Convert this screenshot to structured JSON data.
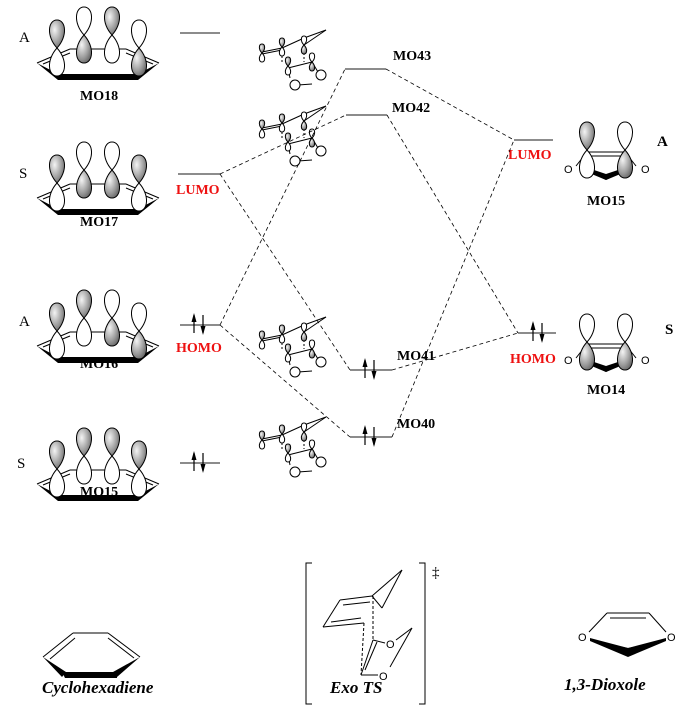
{
  "diagram": {
    "type": "frontier-molecular-orbital-correlation",
    "colors": {
      "frontier_label": "#ee1111",
      "level_line": "#666666",
      "text": "#000000"
    },
    "left_fragment": {
      "name": "Cyclohexadiene",
      "orbitals": [
        {
          "id": "MO18",
          "label": "MO18",
          "symmetry": "A",
          "frontier": "",
          "occupied": false
        },
        {
          "id": "MO17",
          "label": "MO17",
          "symmetry": "S",
          "frontier": "LUMO",
          "occupied": false
        },
        {
          "id": "MO16",
          "label": "MO16",
          "symmetry": "A",
          "frontier": "HOMO",
          "occupied": true
        },
        {
          "id": "MO15",
          "label": "MO15",
          "symmetry": "S",
          "frontier": "",
          "occupied": true
        }
      ]
    },
    "center": {
      "name": "Exo TS",
      "superscript": "‡",
      "orbitals": [
        {
          "id": "MO43",
          "label": "MO43",
          "occupied": false
        },
        {
          "id": "MO42",
          "label": "MO42",
          "occupied": false
        },
        {
          "id": "MO41",
          "label": "MO41",
          "occupied": true
        },
        {
          "id": "MO40",
          "label": "MO40",
          "occupied": true
        }
      ]
    },
    "right_fragment": {
      "name": "1,3-Dioxole",
      "atom_label": "O",
      "orbitals": [
        {
          "id": "MO15",
          "label": "MO15",
          "symmetry": "A",
          "frontier": "LUMO",
          "occupied": false
        },
        {
          "id": "MO14",
          "label": "MO14",
          "symmetry": "S",
          "frontier": "HOMO",
          "occupied": true
        }
      ]
    },
    "correlations": [
      {
        "from": "Cyclohexadiene LUMO (MO17)",
        "to": "TS MO42"
      },
      {
        "from": "Cyclohexadiene LUMO (MO17)",
        "to": "TS MO41"
      },
      {
        "from": "Cyclohexadiene HOMO (MO16)",
        "to": "TS MO43"
      },
      {
        "from": "Cyclohexadiene HOMO (MO16)",
        "to": "TS MO40"
      },
      {
        "from": "TS MO43",
        "to": "Dioxole LUMO (MO15)"
      },
      {
        "from": "TS MO42",
        "to": "Dioxole HOMO (MO14)"
      },
      {
        "from": "TS MO41",
        "to": "Dioxole HOMO (MO14)"
      },
      {
        "from": "TS MO40",
        "to": "Dioxole LUMO (MO15)"
      }
    ]
  }
}
